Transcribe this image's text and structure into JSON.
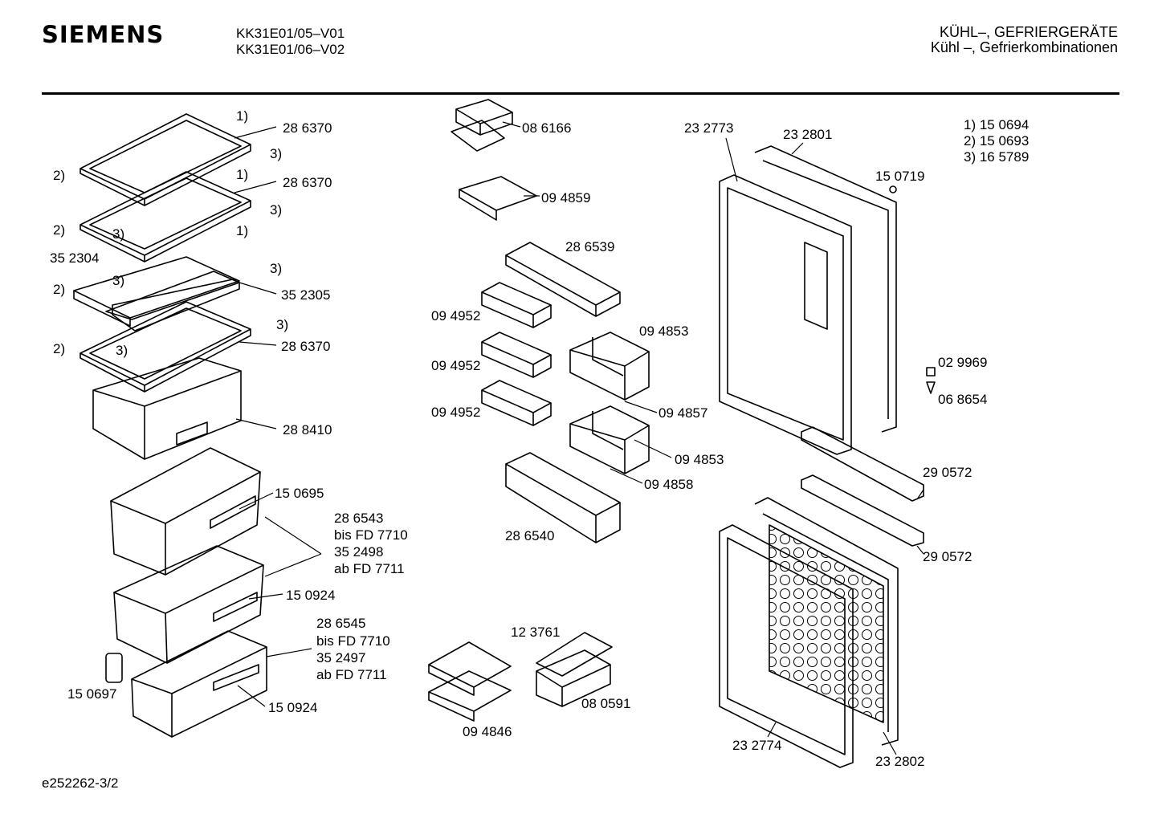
{
  "header": {
    "brand": "SIEMENS",
    "models": [
      "KK31E01/05–V01",
      "KK31E01/06–V02"
    ],
    "category": [
      "KÜHL–, GEFRIERGERÄTE",
      "Kühl –, Gefrierkombinationen"
    ]
  },
  "legend": [
    "1)  15 0694",
    "2)  15 0693",
    "3)  16 5789"
  ],
  "labels": {
    "shelf_1": "28 6370",
    "shelf_2": "28 6370",
    "shelf_3": "35 2305",
    "shelf_4": "28 6370",
    "clip_35_2304": "35 2304",
    "drawer_flat": "28 8410",
    "handle_1": "15 0695",
    "crisper_1": [
      "28 6543",
      "bis FD 7710",
      "35 2498",
      "ab FD 7711"
    ],
    "handle_2": "15 0924",
    "crisper_2": [
      "28 6545",
      "bis FD 7710",
      "35 2497",
      "ab FD 7711"
    ],
    "handle_3": "15 0924",
    "frame_150697": "15 0697",
    "butter_box": "08 6166",
    "egg_tray": "09 4859",
    "door_shelf_top": "28 6539",
    "small_shelf_1": "09 4952",
    "small_shelf_2": "09 4952",
    "small_shelf_3": "09 4952",
    "bottle_holder_1": "09 4853",
    "bottle_holder_1b": "09 4857",
    "bottle_holder_2": "09 4853",
    "bottle_holder_2b": "09 4858",
    "door_shelf_bottom": "28 6540",
    "ice_tray": "12 3761",
    "ice_box": "08 0591",
    "cold_packs": "09 4846",
    "gasket_upper": "23 2773",
    "door_upper": "23 2801",
    "plug": "15 0719",
    "cap": "02 9969",
    "screw": "06 8654",
    "hinge_bar_1": "29 0572",
    "hinge_bar_2": "29 0572",
    "gasket_lower": "23 2774",
    "door_lower": "23 2802",
    "ref_1": "1)",
    "ref_2": "2)",
    "ref_3": "3)"
  },
  "footer": "e252262-3/2"
}
